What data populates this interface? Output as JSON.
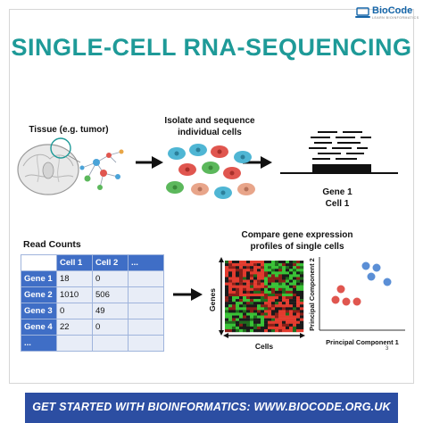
{
  "brand": {
    "name": "BioCode",
    "tagline": "LEARN BIOINFORMATICS"
  },
  "title": "SINGLE-CELL RNA-SEQUENCING",
  "steps": {
    "tissue_label": "Tissue (e.g. tumor)",
    "isolate_label": "Isolate and sequence individual cells",
    "gene_label": "Gene 1",
    "cell_label": "Cell 1"
  },
  "read_counts": {
    "title": "Read Counts",
    "columns": [
      "Cell 1",
      "Cell 2",
      "..."
    ],
    "rows": [
      {
        "gene": "Gene 1",
        "values": [
          "18",
          "0",
          ""
        ]
      },
      {
        "gene": "Gene 2",
        "values": [
          "1010",
          "506",
          ""
        ]
      },
      {
        "gene": "Gene 3",
        "values": [
          "0",
          "49",
          ""
        ]
      },
      {
        "gene": "Gene 4",
        "values": [
          "22",
          "0",
          ""
        ]
      },
      {
        "gene": "...",
        "values": [
          "",
          "",
          ""
        ]
      }
    ]
  },
  "compare_label": "Compare gene expression profiles of single cells",
  "heatmap": {
    "ylabel": "Genes",
    "xlabel": "Cells"
  },
  "pca": {
    "xlabel": "Principal Component 1",
    "ylabel": "Principal Component 2"
  },
  "page_number": "3",
  "footer": "GET STARTED WITH BIOINFORMATICS: WWW.BIOCODE.ORG.UK",
  "colors": {
    "teal": "#1e9a98",
    "blue": "#3f6ec6",
    "footer": "#2c4ea2",
    "red": "#d9534f",
    "cluster_blue": "#5b8fd6"
  },
  "icons": [
    "laptop-icon",
    "brain-icon",
    "neuron-icon",
    "arrow-right-icon"
  ]
}
